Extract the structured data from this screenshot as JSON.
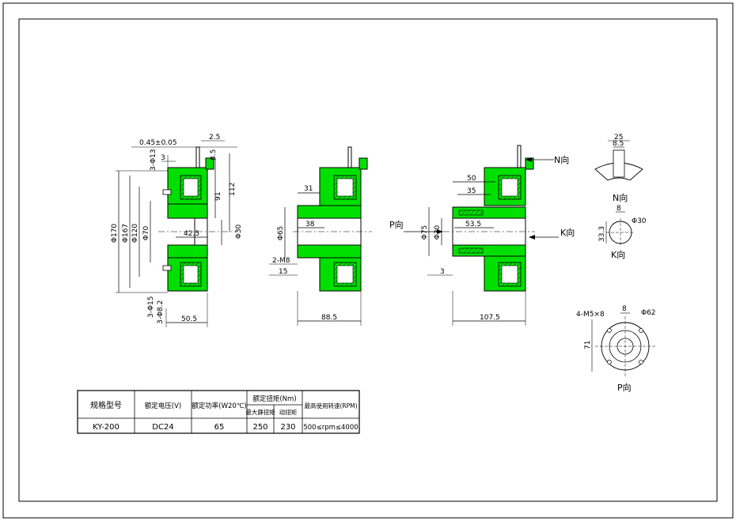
{
  "colors": {
    "body": "#00e000",
    "line": "#000000",
    "coil": "#d8d8d8",
    "paper": "#ffffff"
  },
  "views": {
    "side": {
      "d_outer": "Φ170",
      "d_flange": "Φ167",
      "d_bore_circle": "Φ120",
      "d_hub": "Φ70",
      "d_shaft": "Φ30",
      "gap": "0.45±0.05",
      "holes_top": "3-Φ13",
      "dim_3": "3",
      "dim_2_5": "2.5",
      "dim_8_5": "8.5",
      "dim_91": "91",
      "dim_112": "112",
      "dim_42_5": "42.5",
      "holes_bot1": "3-Φ15",
      "holes_bot2": "3-Φ8.2",
      "width": "50.5"
    },
    "middle": {
      "dim_31": "31",
      "dim_38": "38",
      "d_65": "Φ65",
      "tap": "2-M8",
      "dim_15": "15",
      "width": "88.5"
    },
    "right": {
      "dim_50": "50",
      "dim_35": "35",
      "d_75": "Φ75",
      "d_30": "Φ30",
      "dim_53_5": "53.5",
      "dim_3": "3",
      "width": "107.5",
      "p_label": "P向",
      "n_arrow": "N向",
      "k_arrow": "K向"
    },
    "n_view": {
      "label": "N向",
      "dim_25": "25",
      "dim_8_5": "8.5"
    },
    "k_view": {
      "label": "K向",
      "dim_8": "8",
      "d_30": "Φ30",
      "dim_33_3": "33.3"
    },
    "p_view": {
      "label": "P向",
      "screws": "4-M5×8",
      "dim_8": "8",
      "d_62": "Φ62",
      "dim_71": "71"
    }
  },
  "spec_table": {
    "headers": {
      "model": "规格型号",
      "voltage": "额定电压(V)",
      "power": "额定功率(W20℃)",
      "torque": "额定扭矩(Nm)",
      "torque_static": "最大静扭矩",
      "torque_dynamic": "动扭矩",
      "speed": "最高使用转速(RPM)"
    },
    "row": {
      "model": "KY-200",
      "voltage": "DC24",
      "power": "65",
      "torque_static": "250",
      "torque_dynamic": "230",
      "speed": "500≤rpm≤4000"
    }
  }
}
